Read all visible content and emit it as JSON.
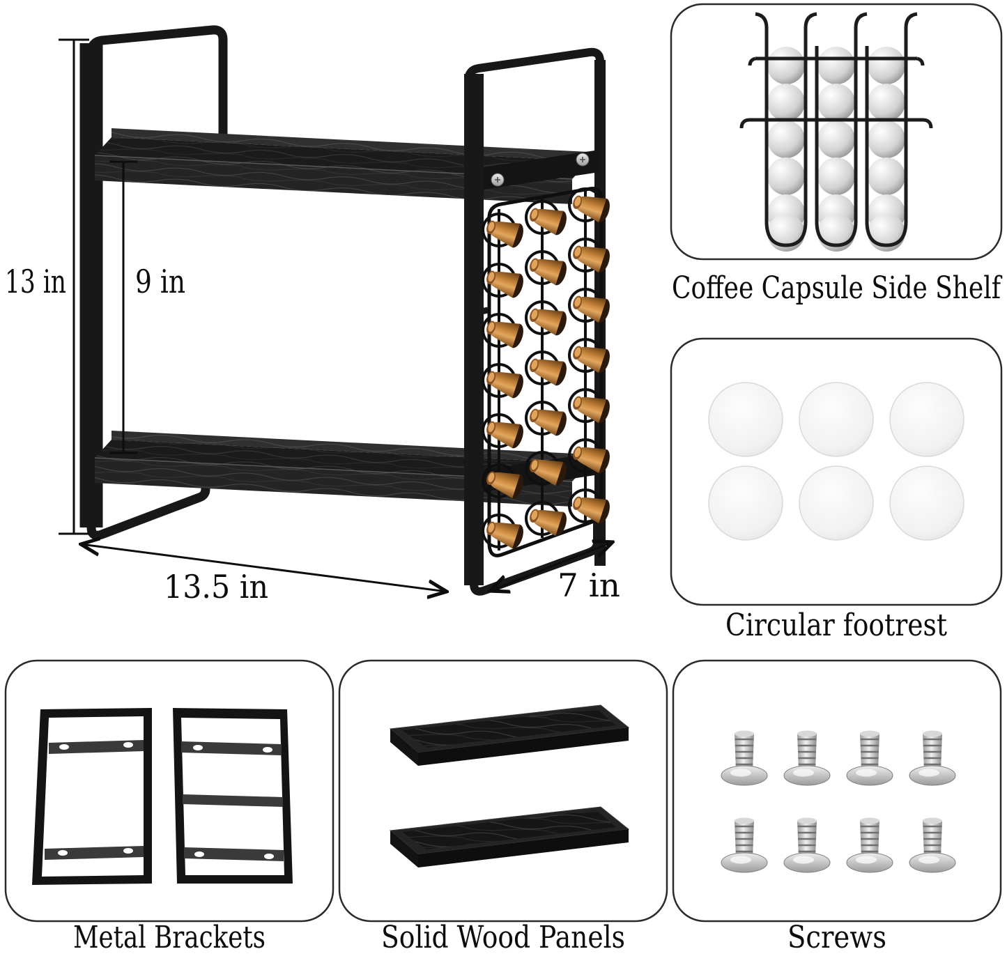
{
  "diagram": {
    "dimensions": {
      "total_height": "13 in",
      "shelf_clearance": "9 in",
      "width": "13.5 in",
      "depth": "7 in"
    },
    "capsule_rack": {
      "columns": 3,
      "rows_per_column": 7,
      "capsule_count": 21
    }
  },
  "callouts": {
    "side_shelf": {
      "caption": "Coffee Capsule Side Shelf",
      "capsule_columns": 3,
      "capsules_per_column": 6
    },
    "footrest": {
      "caption": "Circular footrest",
      "count": 6
    },
    "brackets": {
      "caption": "Metal Brackets",
      "count": 2
    },
    "wood_panels": {
      "caption": "Solid Wood Panels",
      "count": 2
    },
    "screws": {
      "caption": "Screws",
      "count": 8
    }
  },
  "colors": {
    "background": "#ffffff",
    "frame_black": "#161616",
    "wood_dark": "#1b1b1b",
    "capsule_copper": "#c4823a",
    "capsule_silver": "#d2d2d2",
    "footrest_white": "#f1f1f1",
    "panel_border": "#2a2a2a",
    "text": "#0c0c0c"
  }
}
